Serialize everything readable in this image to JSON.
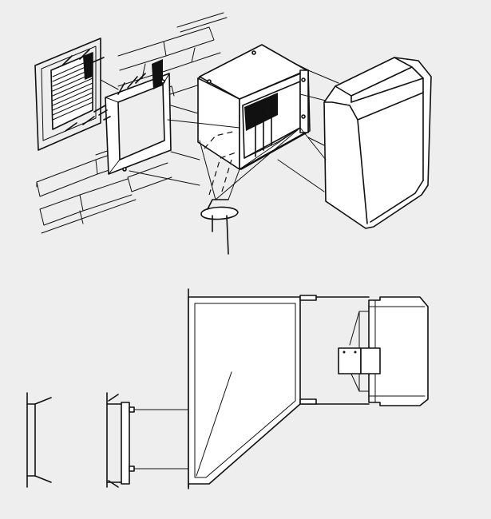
{
  "figure": {
    "views": [
      "exploded-isometric-view",
      "side-section-view"
    ],
    "components": [
      "grille",
      "wall-sleeve-frame",
      "duct-housing",
      "unit-cabinet",
      "condensate-drain",
      "bracket"
    ],
    "colors": {
      "background": "#eeeeee",
      "line": "#111111",
      "fill": "#ffffff"
    }
  }
}
